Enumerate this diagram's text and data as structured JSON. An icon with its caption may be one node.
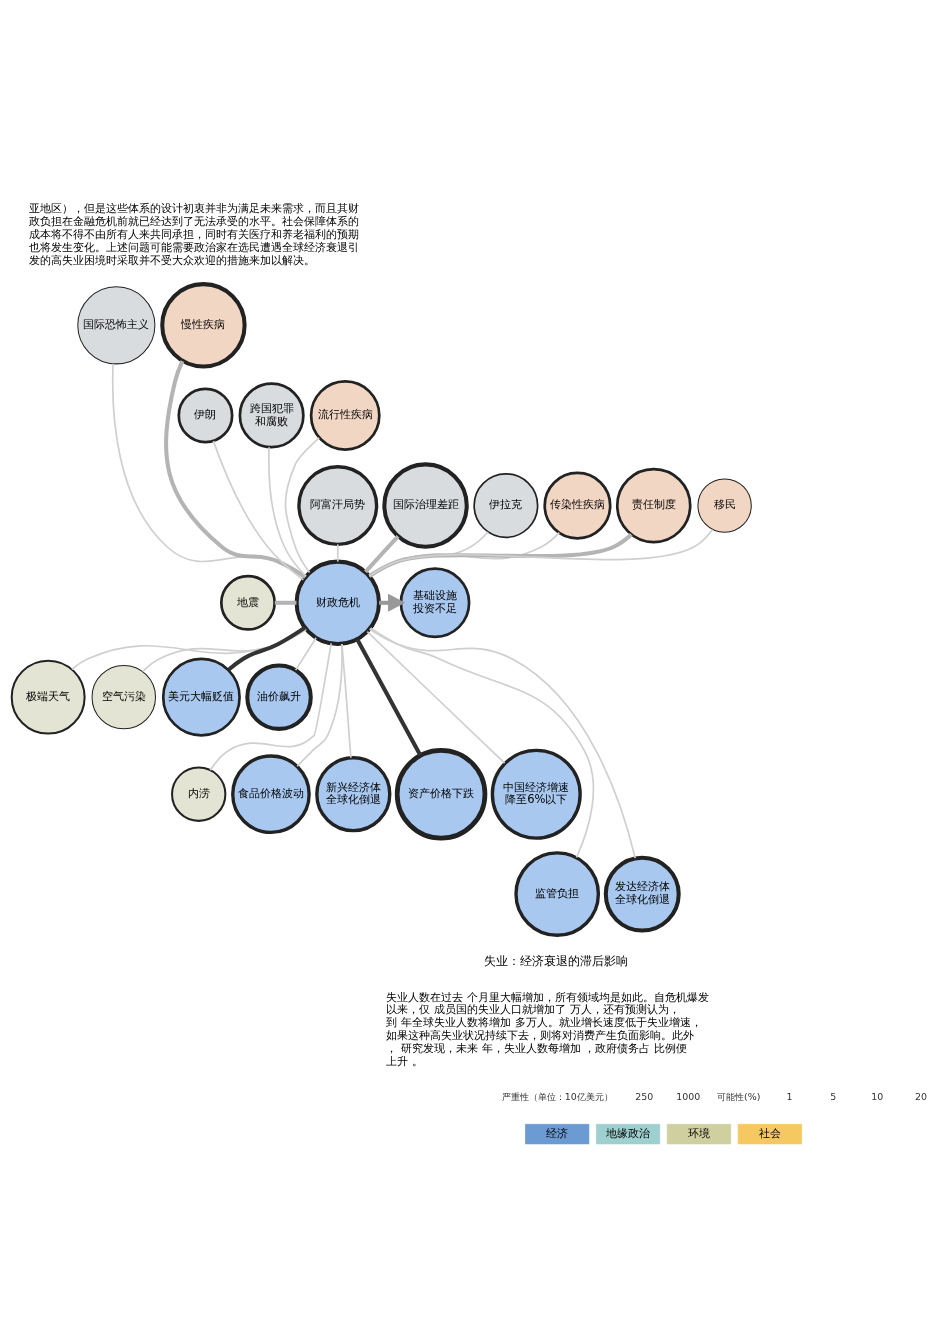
{
  "diagram": {
    "nodes": [
      {
        "text": [
          "国际恐怖主义"
        ]
      },
      {
        "text": [
          "慢性疾病"
        ]
      },
      {
        "text": [
          "伊朗"
        ]
      },
      {
        "text": [
          "伊拉克"
        ]
      },
      {
        "text": [
          "跨国犯罪和腐败"
        ]
      },
      {
        "text": [
          "传染性疾病"
        ]
      },
      {
        "text": [
          "流行性疾病"
        ]
      },
      {
        "text": [
          "国际治理差距"
        ]
      },
      {
        "text": [
          "阿富汗局势"
        ]
      },
      {
        "text": [
          "责任制度"
        ]
      },
      {
        "text": [
          "移民"
        ]
      },
      {
        "text": [
          "地震"
        ]
      },
      {
        "text": [
          "财政危机"
        ]
      },
      {
        "text": [
          "基础设施投资不足"
        ]
      },
      {
        "text": [
          "极端天气"
        ]
      },
      {
        "text": [
          "油价飙升"
        ]
      },
      {
        "text": [
          "空气污染"
        ]
      },
      {
        "text": [
          "美元大幅贬值"
        ]
      },
      {
        "text": [
          "资产价格下跌"
        ]
      },
      {
        "text": [
          "食品价格波动"
        ]
      },
      {
        "text": [
          "中国经济增速降至6%以下"
        ]
      },
      {
        "text": [
          "新兴经济体全球化倒退"
        ]
      },
      {
        "text": [
          "内涝"
        ]
      },
      {
        "text": [
          "监管负担"
        ]
      },
      {
        "text": [
          "发达经济体全球化倒退"
        ]
      }
    ],
    "edges": [
      {
        "from": 0,
        "to": 12,
        "arrow": "none"
      },
      {
        "from": 1,
        "to": 12,
        "arrow": "none",
        "style": "thick",
        "color": "#b4b4b4"
      },
      {
        "from": 2,
        "to": 12,
        "arrow": "none"
      },
      {
        "from": 3,
        "to": 12,
        "arrow": "none"
      },
      {
        "from": 4,
        "to": 12,
        "arrow": "none"
      },
      {
        "from": 5,
        "to": 12,
        "arrow": "none"
      },
      {
        "from": 6,
        "to": 12,
        "arrow": "none"
      },
      {
        "from": 7,
        "to": 12,
        "arrow": "none",
        "style": "thick",
        "color": "#b4b4b4"
      },
      {
        "from": 8,
        "to": 12,
        "arrow": "none"
      },
      {
        "from": 9,
        "to": 12,
        "arrow": "none",
        "style": "thick",
        "color": "#b4b4b4"
      },
      {
        "from": 10,
        "to": 12,
        "arrow": "none"
      },
      {
        "from": 11,
        "to": 12,
        "arrow": "none",
        "style": "thick",
        "color": "#b4b4b4"
      },
      {
        "from": 12,
        "to": 13,
        "arrow": "to",
        "style": "thick",
        "color": "#999999"
      },
      {
        "from": 12,
        "to": 14,
        "arrow": "none"
      },
      {
        "from": 12,
        "to": 15,
        "arrow": "none"
      },
      {
        "from": 12,
        "to": 16,
        "arrow": "none"
      },
      {
        "from": 12,
        "to": 17,
        "arrow": "none",
        "style": "thick",
        "color": "#333333"
      },
      {
        "from": 12,
        "to": 18,
        "arrow": "none",
        "style": "thick",
        "color": "#333333"
      },
      {
        "from": 12,
        "to": 19,
        "arrow": "none"
      },
      {
        "from": 12,
        "to": 20,
        "arrow": "none"
      },
      {
        "from": 12,
        "to": 21,
        "arrow": "none"
      },
      {
        "from": 12,
        "to": 22,
        "arrow": "none"
      },
      {
        "from": 12,
        "to": 23,
        "arrow": "none"
      },
      {
        "from": 12,
        "to": 24,
        "arrow": "none"
      }
    ],
    "labels": [
      "亚地区），但是这些体系的设计初衷并非为满足未来需求，而且其财政负担在金融危机前就已经达到了无法承受的水平。社会保障体系的成本将不得不由所有人来共同承担，同时有关医疗和养老福利的预期也将发生变化。上述问题可能需要政治家在选民遭遇全球经济衰退引发的高失业困境时采取并不受大众欢迎的措施来加以解决。",
      "失业：经济衰退的滞后影响",
      "失业人数在过去 个月里大幅增加，所有领域均是如此。自危机爆发以来，仅 成员国的失业人口就增加了 万人，还有预测认为，到 年全球失业人数将增加 多万人。就业增长速度低于失业增速，如果这种高失业状况持续下去，则将对消费产生负面影响。此外， 研究发现，未来 年，失业人数每增加 ，政府债务占 比例便上升 。",
      "严重性（单位：10亿美元）",
      "250",
      "1000",
      "可能性(%)",
      "1",
      "5",
      "10",
      "20"
    ],
    "legend": [
      {
        "text": "经济",
        "color": "#6b9bd2"
      },
      {
        "text": "地缘政治",
        "color": "#9fd0d0"
      },
      {
        "text": "环境",
        "color": "#cfcf9f"
      },
      {
        "text": "社会",
        "color": "#f5c862"
      }
    ]
  }
}
